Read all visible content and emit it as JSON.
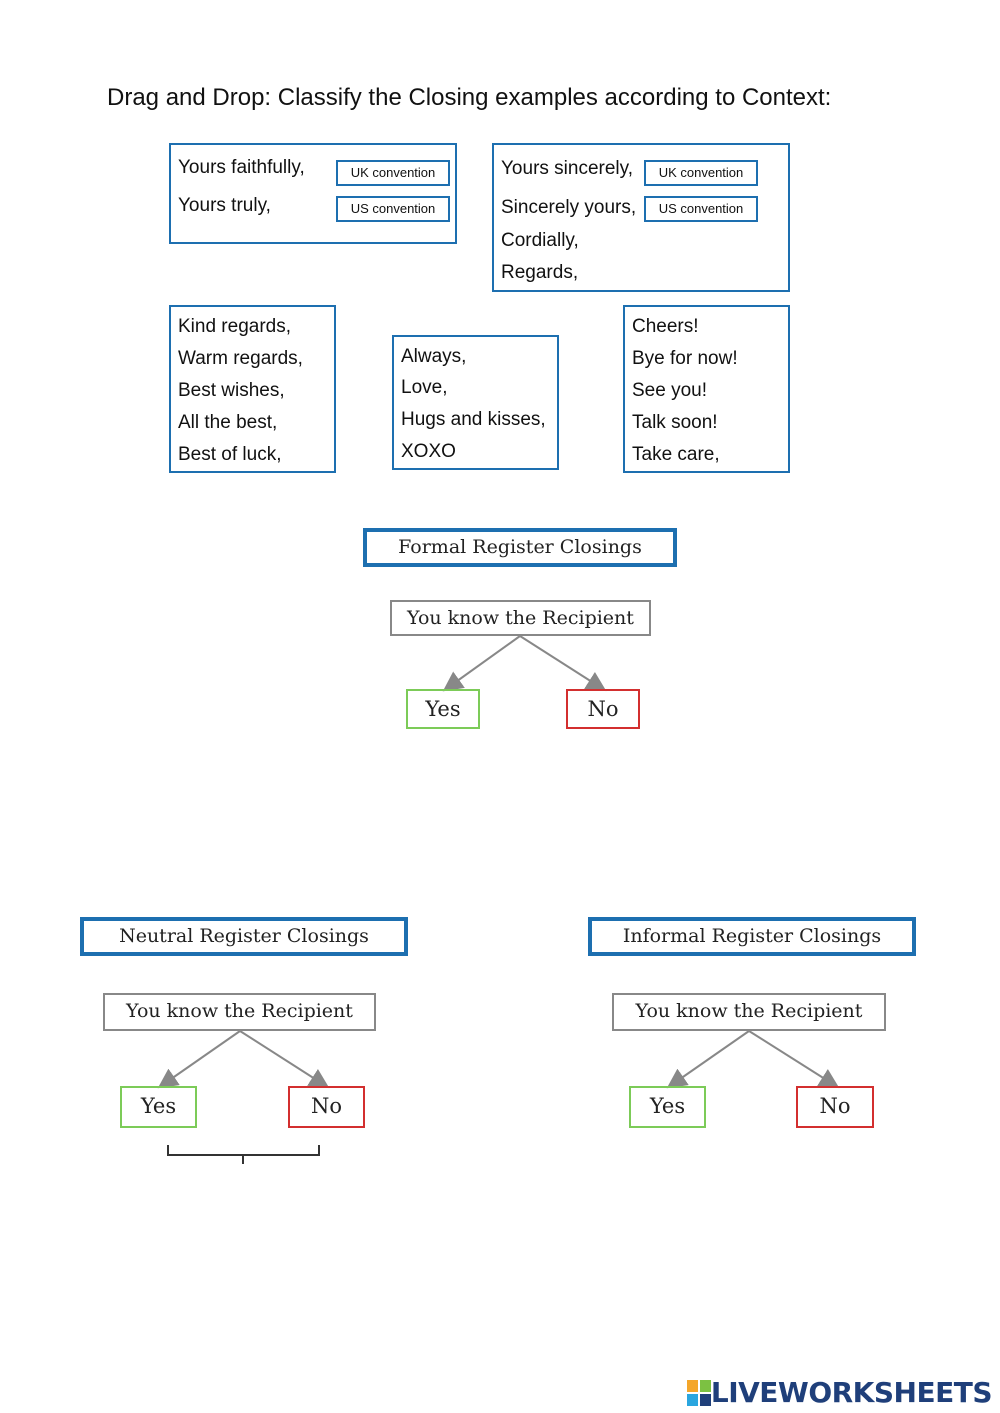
{
  "title": "Drag and Drop: Classify the Closing examples according to Context:",
  "cards": {
    "faithfully": {
      "lines": [
        "Yours faithfully,",
        "Yours truly,"
      ],
      "conventions": [
        "UK convention",
        "US convention"
      ]
    },
    "sincerely": {
      "lines": [
        "Yours sincerely,",
        "Sincerely yours,",
        "Cordially,",
        "Regards,"
      ],
      "conventions": [
        "UK convention",
        "US convention"
      ]
    },
    "regards": {
      "lines": [
        "Kind regards,",
        "Warm regards,",
        "Best wishes,",
        "All the best,",
        "Best of luck,"
      ]
    },
    "love": {
      "lines": [
        "Always,",
        "Love,",
        "Hugs and kisses,",
        "XOXO"
      ]
    },
    "cheers": {
      "lines": [
        "Cheers!",
        "Bye for now!",
        "See you!",
        "Talk soon!",
        "Take care,"
      ]
    }
  },
  "trees": {
    "formal": {
      "heading": "Formal Register Closings",
      "question": "You know the Recipient",
      "yes": "Yes",
      "no": "No"
    },
    "neutral": {
      "heading": "Neutral Register Closings",
      "question": "You know the Recipient",
      "yes": "Yes",
      "no": "No"
    },
    "informal": {
      "heading": "Informal Register Closings",
      "question": "You know the Recipient",
      "yes": "Yes",
      "no": "No"
    }
  },
  "branding": {
    "logo_text": "LIVEWORKSHEETS",
    "icon": "liveworksheets-logo-icon"
  },
  "colors": {
    "card_border": "#1d6fb0",
    "yes_border": "#7ccb58",
    "no_border": "#d32f2f",
    "logo": "#1f3f7a"
  }
}
